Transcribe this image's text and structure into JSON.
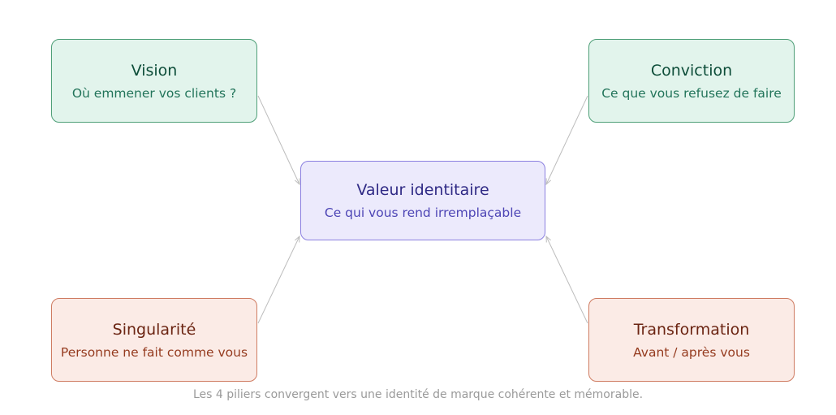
{
  "diagram": {
    "center": {
      "title": "Valeur identitaire",
      "subtitle": "Ce qui vous rend irremplaçable"
    },
    "pillars": {
      "vision": {
        "title": "Vision",
        "subtitle": "Où emmener vos clients ?"
      },
      "conviction": {
        "title": "Conviction",
        "subtitle": "Ce que vous refusez de faire"
      },
      "singularite": {
        "title": "Singularité",
        "subtitle": "Personne ne fait comme vous"
      },
      "transformation": {
        "title": "Transformation",
        "subtitle": "Avant / après vous"
      }
    },
    "caption": "Les 4 piliers convergent vers une identité de marque cohérente et mémorable.",
    "colors": {
      "green_fill": "#e2f4ec",
      "green_border": "#4f9f78",
      "purple_fill": "#eceafc",
      "purple_border": "#8b80e0",
      "orange_fill": "#fbebe6",
      "orange_border": "#cf7c62",
      "connector": "#bdbdbd"
    }
  }
}
